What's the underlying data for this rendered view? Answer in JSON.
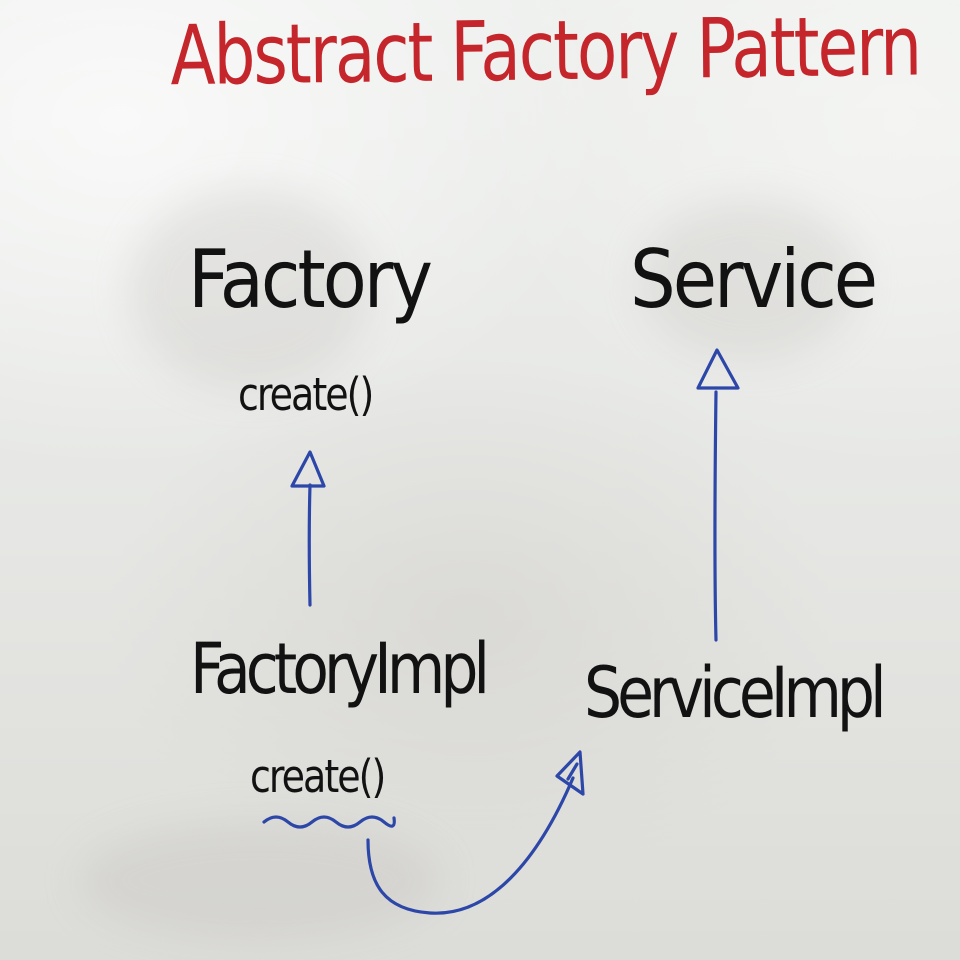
{
  "title": "Abstract Factory Pattern",
  "colors": {
    "title_ink": "#c4262b",
    "text_ink": "#121212",
    "arrow_ink": "#2c47a8",
    "board": "#e7e8e5"
  },
  "nodes": {
    "factory": {
      "name": "Factory",
      "method": "create()"
    },
    "service": {
      "name": "Service"
    },
    "factory_impl": {
      "name": "FactoryImpl",
      "method": "create()"
    },
    "service_impl": {
      "name": "ServiceImpl"
    }
  },
  "relations": [
    {
      "from": "FactoryImpl",
      "to": "Factory",
      "kind": "inheritance",
      "icon": "hollow-triangle-arrow-icon"
    },
    {
      "from": "ServiceImpl",
      "to": "Service",
      "kind": "inheritance",
      "icon": "hollow-triangle-arrow-icon"
    },
    {
      "from": "FactoryImpl.create()",
      "to": "ServiceImpl",
      "kind": "creates",
      "icon": "curved-arrow-icon"
    }
  ]
}
